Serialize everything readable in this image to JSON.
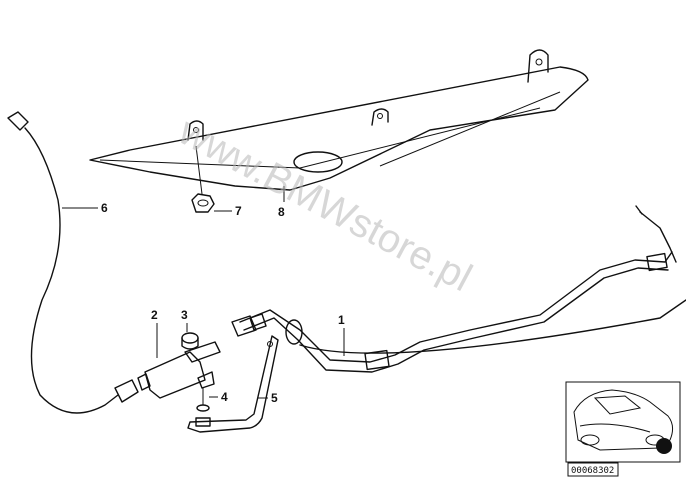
{
  "diagram": {
    "watermark": "www.BMWstore.pl",
    "reference_code": "00068302",
    "callouts": [
      {
        "id": "1",
        "label": "1"
      },
      {
        "id": "2",
        "label": "2"
      },
      {
        "id": "3",
        "label": "3"
      },
      {
        "id": "4",
        "label": "4"
      },
      {
        "id": "5",
        "label": "5"
      },
      {
        "id": "6",
        "label": "6"
      },
      {
        "id": "7",
        "label": "7"
      },
      {
        "id": "8",
        "label": "8"
      }
    ]
  }
}
